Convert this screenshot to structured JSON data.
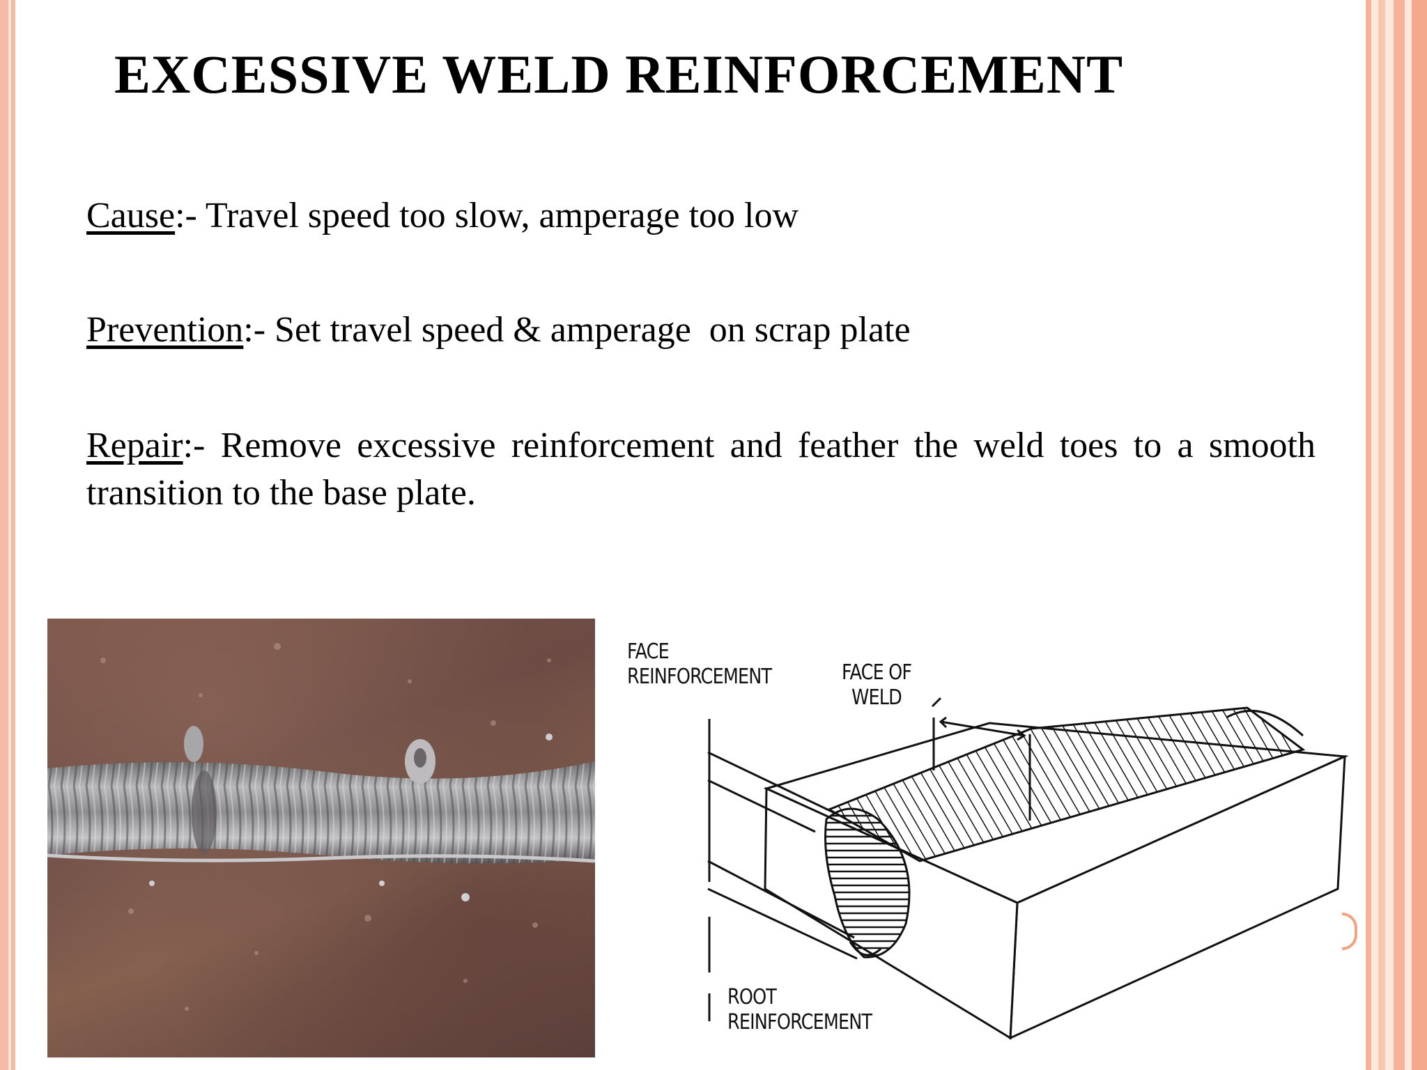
{
  "slide": {
    "title": "EXCESSIVE WELD REINFORCEMENT",
    "cause": {
      "term": "Cause",
      "text": ":- Travel speed too slow, amperage too low"
    },
    "prevention": {
      "term": "Prevention",
      "text": ":- Set travel speed & amperage  on scrap plate"
    },
    "repair": {
      "term": "Repair",
      "text": ":- Remove excessive reinforcement  and feather the weld toes to a smooth transition to the base plate."
    }
  },
  "diagram": {
    "face_reinforcement": "FACE\nREINFORCEMENT",
    "face_of_weld": "FACE OF\nWELD",
    "root_reinforcement": "ROOT\nREINFORCEMENT"
  },
  "colors": {
    "border_accent": "#f6b39a",
    "text": "#000000"
  }
}
